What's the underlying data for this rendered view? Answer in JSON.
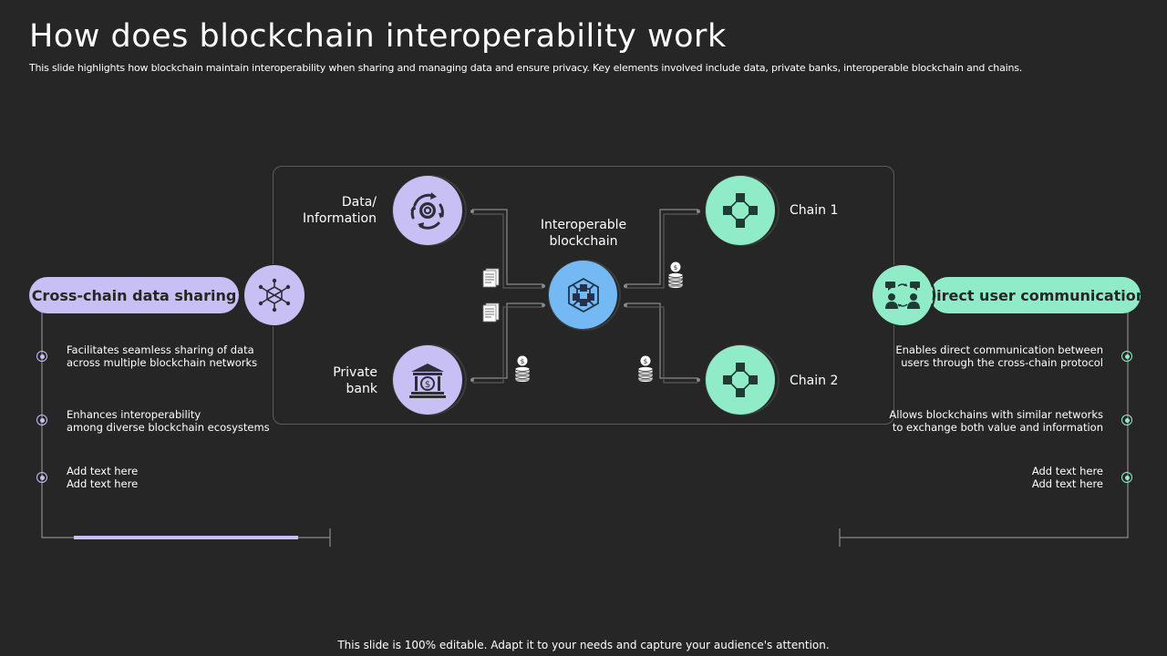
{
  "title": "How does blockchain interoperability work",
  "subtitle": "This slide highlights how blockchain maintain interoperability when sharing and managing data and ensure privacy. Key elements involved include data, private banks, interoperable blockchain and chains.",
  "footer": "This slide is 100% editable. Adapt it to your needs and capture your audience's attention.",
  "colors": {
    "background": "#262626",
    "purple": "#c8c0f4",
    "green": "#90ecc8",
    "blue": "#74b8f4"
  },
  "diagram": {
    "data_node": {
      "label": "Data/\nInformation",
      "icon": "sync-gear-icon"
    },
    "bank_node": {
      "label": "Private\nbank",
      "icon": "bank-icon"
    },
    "center_node": {
      "label": "Interoperable\nblockchain",
      "icon": "blockchain-network-icon"
    },
    "chain1_node": {
      "label": "Chain 1",
      "icon": "cubes-network-icon"
    },
    "chain2_node": {
      "label": "Chain 2",
      "icon": "cubes-network-icon"
    }
  },
  "left_panel": {
    "heading": "Cross-chain data sharing",
    "icon": "hexagon-network-icon",
    "items": [
      "Facilitates seamless sharing of data\nacross multiple blockchain networks",
      "Enhances interoperability\namong diverse blockchain ecosystems",
      "Add text here\nAdd text here"
    ]
  },
  "right_panel": {
    "heading": "Direct user communication",
    "icon": "users-exchange-icon",
    "items": [
      "Enables direct communication between\nusers through the cross-chain protocol",
      "Allows blockchains with similar networks\nto exchange both value and information",
      "Add text here\nAdd text here"
    ]
  }
}
